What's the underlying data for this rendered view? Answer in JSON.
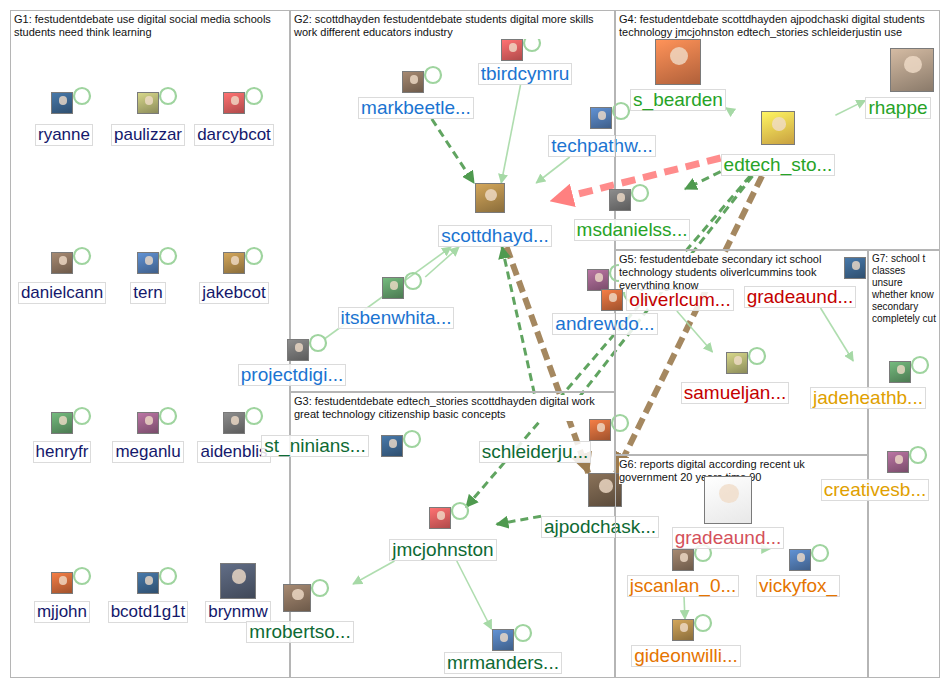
{
  "diagram": {
    "nodes": [
      {
        "text": [
          "G1: festudentdebate use digital social media schools students need think learning"
        ]
      },
      {
        "text": [
          "G2: scottdhayden festudentdebate students digital more skills work different educators industry"
        ]
      },
      {
        "text": [
          "G3: festudentdebate edtech_stories scottdhayden digital work great technology citizenship basic concepts"
        ]
      },
      {
        "text": [
          "G4: festudentdebate scottdhayden ajpodchaski digital students technology jmcjohnston edtech_stories schleiderjustin use"
        ]
      },
      {
        "text": [
          "G5: festudentdebate secondary ict school technology students oliverlcummins took everything know"
        ]
      },
      {
        "text": [
          "G6: reports digital according recent uk government 20 years time 90"
        ]
      },
      {
        "text": [
          "G7: school t classes unsure whether know secondary completely cut"
        ]
      },
      {
        "text": [
          "ryanne"
        ],
        "in": 0
      },
      {
        "text": [
          "paulizzar"
        ],
        "in": 0
      },
      {
        "text": [
          "darcybcot"
        ],
        "in": 0
      },
      {
        "text": [
          "danielcann"
        ],
        "in": 0
      },
      {
        "text": [
          "tern"
        ],
        "in": 0
      },
      {
        "text": [
          "jakebcot"
        ],
        "in": 0
      },
      {
        "text": [
          "henryfr"
        ],
        "in": 0
      },
      {
        "text": [
          "meganlu"
        ],
        "in": 0
      },
      {
        "text": [
          "aidenblis"
        ],
        "in": 0
      },
      {
        "text": [
          "mjjohn"
        ],
        "in": 0
      },
      {
        "text": [
          "bcotd1g1t"
        ],
        "in": 0
      },
      {
        "text": [
          "brynmw"
        ],
        "in": 0
      },
      {
        "text": [
          "tbirdcymru"
        ],
        "in": 1
      },
      {
        "text": [
          "markbeetle..."
        ],
        "in": 1
      },
      {
        "text": [
          "techpathw..."
        ],
        "in": 1
      },
      {
        "text": [
          "scottdhayd..."
        ],
        "in": 1
      },
      {
        "text": [
          "itsbenwhita..."
        ],
        "in": 1
      },
      {
        "text": [
          "andrewdo..."
        ],
        "in": 1
      },
      {
        "text": [
          "projectdigi..."
        ],
        "in": 1
      },
      {
        "text": [
          "schleiderju..."
        ],
        "in": 2
      },
      {
        "text": [
          "st_ninians..."
        ],
        "in": 2
      },
      {
        "text": [
          "ajpodchask..."
        ],
        "in": 2
      },
      {
        "text": [
          "jmcjohnston"
        ],
        "in": 2
      },
      {
        "text": [
          "mrobertso..."
        ],
        "in": 2
      },
      {
        "text": [
          "mrmanders..."
        ],
        "in": 2
      },
      {
        "text": [
          "s_bearden"
        ],
        "in": 3
      },
      {
        "text": [
          "rhappe"
        ],
        "in": 3
      },
      {
        "text": [
          "edtech_sto..."
        ],
        "in": 3
      },
      {
        "text": [
          "msdanielss..."
        ],
        "in": 3
      },
      {
        "text": [
          "oliverlcum..."
        ],
        "in": 4
      },
      {
        "text": [
          "gradeaund..."
        ],
        "in": 4
      },
      {
        "text": [
          "samueljan..."
        ],
        "in": 4
      },
      {
        "text": [
          "gradeaund..."
        ],
        "in": 5
      },
      {
        "text": [
          "jscanlan_0..."
        ],
        "in": 5
      },
      {
        "text": [
          "vickyfox_"
        ],
        "in": 5
      },
      {
        "text": [
          "gideonwilli..."
        ],
        "in": 5
      },
      {
        "text": [
          "jadeheathb..."
        ],
        "in": 6
      },
      {
        "text": [
          "creativesb..."
        ],
        "in": 6
      }
    ],
    "edges": [
      {
        "from": 34,
        "to": 22,
        "arrow": "to"
      },
      {
        "from": 20,
        "to": 22,
        "arrow": "to"
      },
      {
        "from": 19,
        "to": 22,
        "arrow": "to"
      },
      {
        "from": 21,
        "to": 22,
        "arrow": "to"
      },
      {
        "from": 22,
        "to": 28,
        "arrow": "to"
      },
      {
        "from": 34,
        "to": 28,
        "arrow": "to"
      },
      {
        "from": 34,
        "to": 26,
        "arrow": "to"
      },
      {
        "from": 34,
        "to": 29,
        "arrow": "to"
      },
      {
        "from": 34,
        "to": 32,
        "arrow": "to"
      },
      {
        "from": 34,
        "to": 33,
        "arrow": "to"
      },
      {
        "from": 34,
        "to": 35,
        "arrow": "to"
      },
      {
        "from": 28,
        "to": 29,
        "arrow": "to"
      },
      {
        "from": 29,
        "to": 31,
        "arrow": "to"
      },
      {
        "from": 29,
        "to": 30,
        "arrow": "to"
      },
      {
        "from": 23,
        "to": 22,
        "arrow": "to"
      },
      {
        "from": 26,
        "to": 22,
        "arrow": "to"
      },
      {
        "from": 25,
        "to": 22,
        "arrow": "to"
      },
      {
        "from": 37,
        "to": 43,
        "arrow": "to"
      },
      {
        "from": 41,
        "to": 39,
        "arrow": "to"
      },
      {
        "from": 40,
        "to": 42,
        "arrow": "to"
      },
      {
        "from": 36,
        "to": 38,
        "arrow": "to"
      }
    ]
  }
}
